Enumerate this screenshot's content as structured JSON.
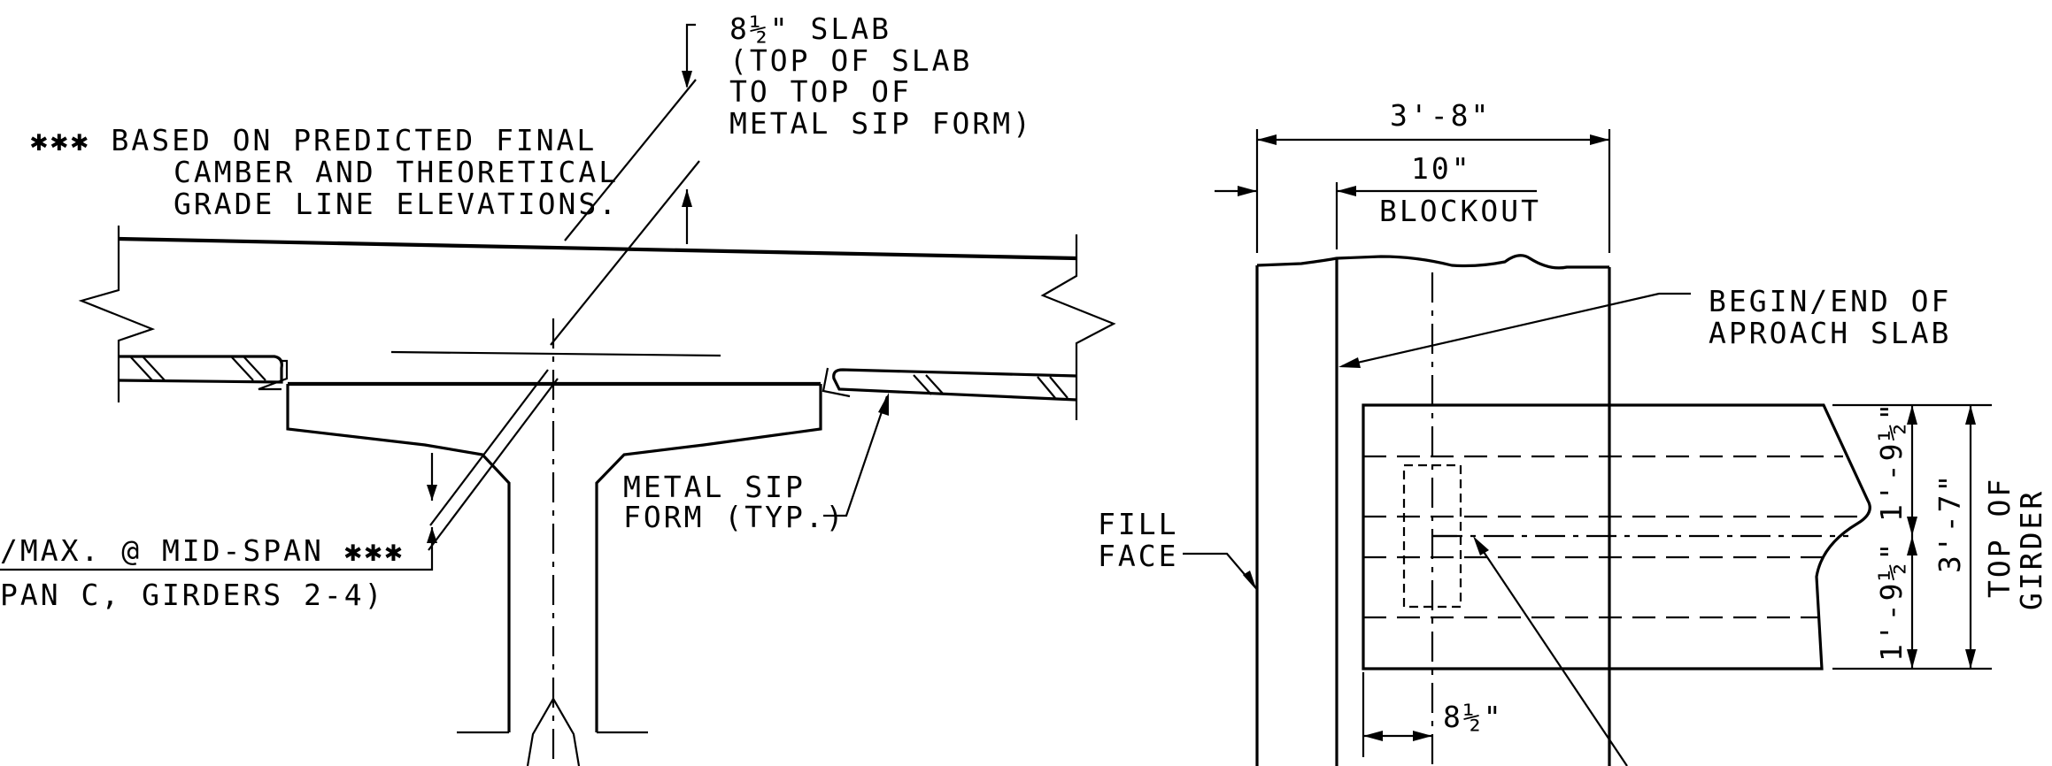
{
  "left_detail": {
    "slab_note": [
      "8½\" SLAB",
      "(TOP OF SLAB",
      "TO TOP OF",
      "METAL SIP FORM)"
    ],
    "camber_note": [
      "✱✱✱ BASED ON PREDICTED FINAL",
      "CAMBER AND THEORETICAL",
      "GRADE LINE ELEVATIONS."
    ],
    "haunch_note": [
      "/MAX. @ MID-SPAN ✱✱✱",
      "PAN C, GIRDERS 2-4)"
    ],
    "form_note": [
      "METAL SIP",
      "FORM (TYP.)"
    ]
  },
  "right_detail": {
    "dim_overall": "3'-8\"",
    "dim_blockout_value": "10\"",
    "dim_blockout_label": "BLOCKOUT",
    "approach_note": [
      "BEGIN/END OF",
      "APROACH SLAB"
    ],
    "fill_face_note": [
      "FILL",
      "FACE"
    ],
    "dim_upper": "1'-9½\"",
    "dim_lower": "1'-9½\"",
    "dim_total": "3'-7\"",
    "girder_note": [
      "TOP OF",
      "GIRDER"
    ],
    "dim_offset": "8½\""
  }
}
